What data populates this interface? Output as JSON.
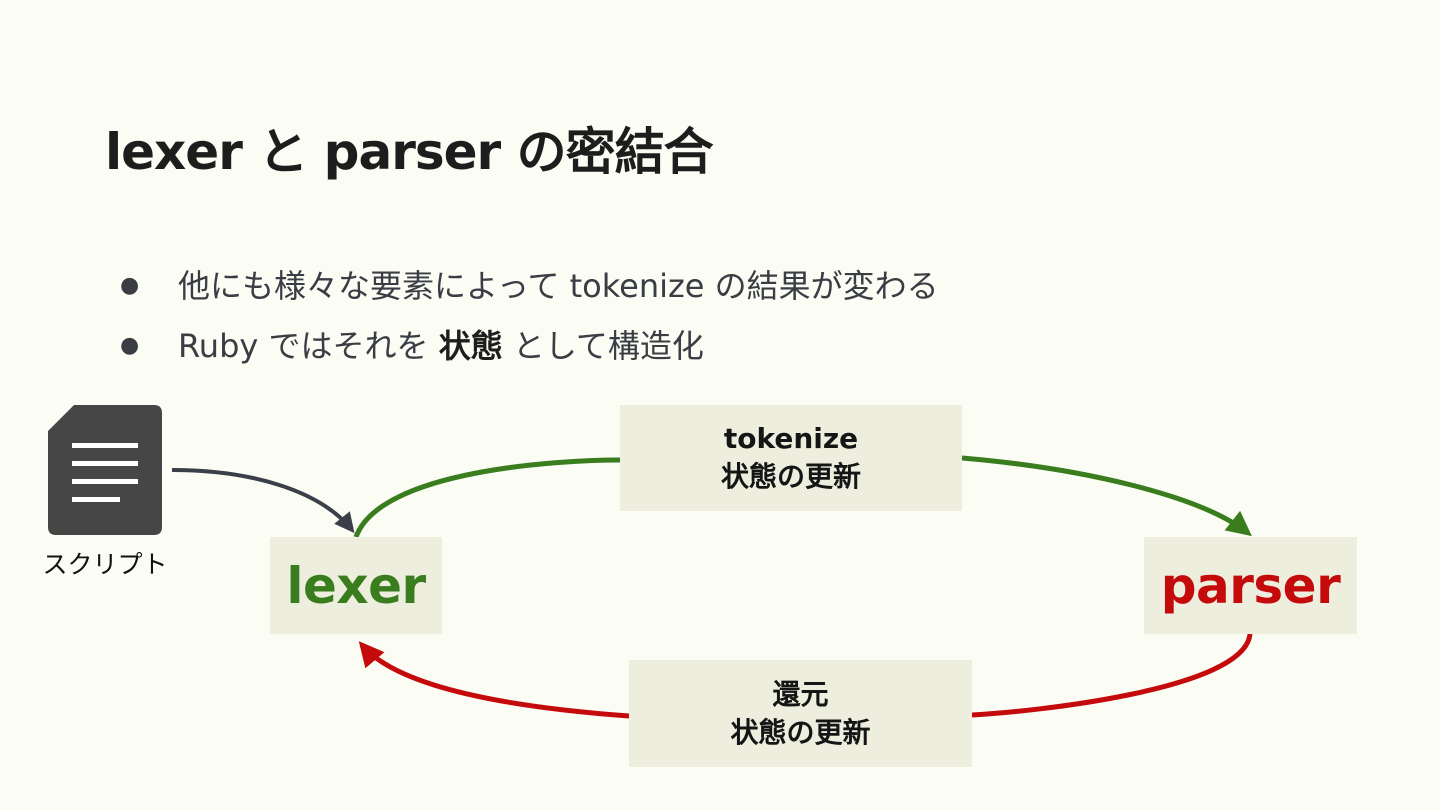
{
  "slide": {
    "title": "lexer と parser の密結合",
    "bullets": [
      {
        "text": "他にも様々な要素によって tokenize の結果が変わる"
      },
      {
        "prefix": "Ruby ではそれを ",
        "emphasis": "状態",
        "suffix": " として構造化"
      }
    ],
    "bullet_marker": "●"
  },
  "diagram": {
    "script_caption": "スクリプト",
    "lexer_label": "lexer",
    "parser_label": "parser",
    "top_edge": {
      "line1": "tokenize",
      "line2": "状態の更新"
    },
    "bottom_edge": {
      "line1": "還元",
      "line2": "状態の更新"
    },
    "colors": {
      "lexer": "#3a7d1f",
      "parser": "#c40a0a",
      "script_arrow": "#3b3f49",
      "box_bg": "#eeeede",
      "background": "#fbfcf3"
    },
    "icons": [
      "document-icon"
    ]
  }
}
